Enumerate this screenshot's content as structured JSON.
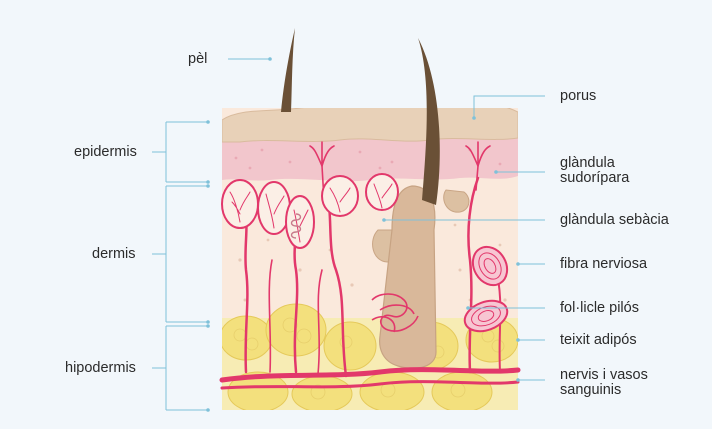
{
  "labels": {
    "left": {
      "epidermis": "epidermis",
      "dermis": "dermis",
      "hipodermis": "hipodermis"
    },
    "top": {
      "pel": "pèl"
    },
    "right": {
      "porus": "porus",
      "glandula_sudoripara_1": "glàndula",
      "glandula_sudoripara_2": "sudorípara",
      "glandula_sebacia": "glàndula sebàcia",
      "fibra_nerviosa": "fibra nerviosa",
      "folicle_pilos": "fol·licle pilós",
      "teixit_adipos": "teixit adipós",
      "nervis_1": "nervis i vasos",
      "nervis_2": "sanguinis"
    }
  },
  "colors": {
    "background": "#f2f7fb",
    "leader_line": "#7fc1d9",
    "epidermis_top": "#e6cdb3",
    "epidermis_pink": "#f2c6cc",
    "dermis": "#fae9dc",
    "fat": "#f5e79a",
    "vessel": "#e2386b",
    "hair": "#6a5036",
    "follicle": "#d9b89a"
  }
}
